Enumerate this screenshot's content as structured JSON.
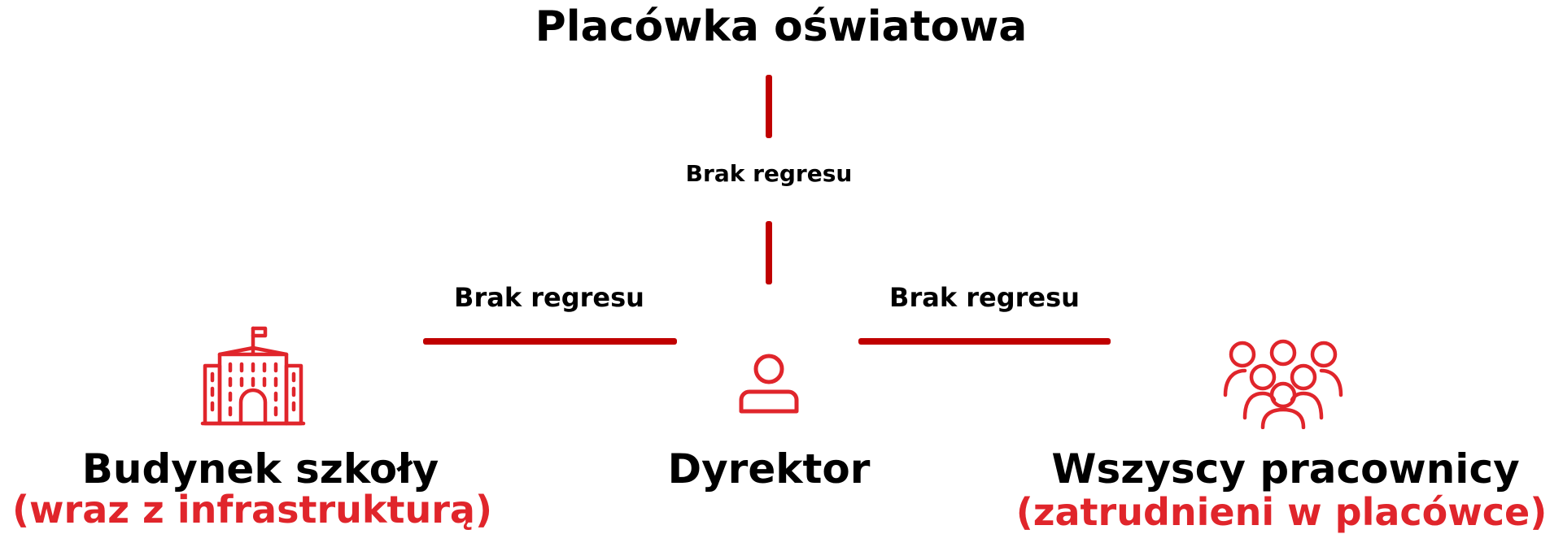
{
  "diagram": {
    "title": "Placówka oświatowa",
    "edge_labels": {
      "top": "Brak regresu",
      "left": "Brak regresu",
      "right": "Brak regresu"
    },
    "nodes": {
      "building": {
        "title": "Budynek szkoły",
        "subtitle": "(wraz z infrastrukturą)",
        "icon": "school-building-icon"
      },
      "director": {
        "title": "Dyrektor",
        "icon": "person-icon"
      },
      "employees": {
        "title": "Wszyscy pracownicy",
        "subtitle": "(zatrudnieni w placówce)",
        "icon": "group-of-people-icon"
      }
    },
    "colors": {
      "accent": "#e0252b",
      "line": "#c00000",
      "text": "#000000"
    }
  }
}
